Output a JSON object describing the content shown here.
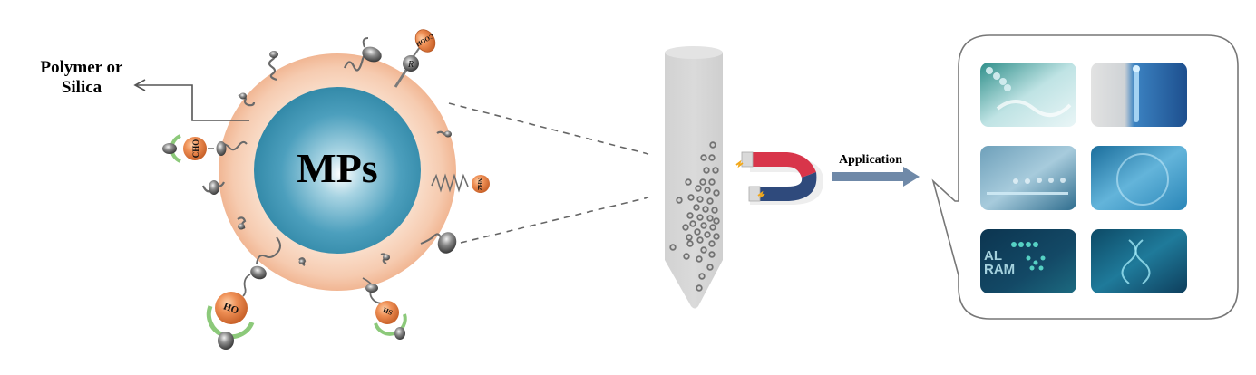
{
  "diagram": {
    "title": "Magnetic particle functionalization and application workflow",
    "core_label": "MPs",
    "shell_label": "Polymer or\nSilica",
    "shell_label_lines": [
      "Polymer or",
      "Silica"
    ],
    "arrow_label": "Application",
    "functional_groups": [
      {
        "id": "cooh",
        "label": "COOH",
        "linker": "R"
      },
      {
        "id": "cho",
        "label": "CHO"
      },
      {
        "id": "nh2",
        "label": "NH2"
      },
      {
        "id": "oh",
        "label": "HO"
      },
      {
        "id": "sh",
        "label": "SH"
      }
    ],
    "tube": {
      "content": "magnetic particles aggregated near magnet"
    },
    "magnet": {
      "colors": {
        "north": "#d8354a",
        "south": "#2f4a7c"
      }
    },
    "application_tiles": [
      {
        "id": "dna-helix",
        "theme": "DNA molecular structure",
        "caption": ""
      },
      {
        "id": "medical-body",
        "theme": "Clinician with human body hologram",
        "caption": ""
      },
      {
        "id": "lab-analysis",
        "theme": "Laboratory analysis",
        "caption": ""
      },
      {
        "id": "sample-handling",
        "theme": "Biomedical sample technology",
        "caption": ""
      },
      {
        "id": "digital-program",
        "theme": "Digital molecular program",
        "caption": "AL\nRAM"
      },
      {
        "id": "genome-tech",
        "theme": "Genome technology",
        "caption": ""
      }
    ]
  },
  "colors": {
    "core": "#3a93b0",
    "core_highlight": "#ffffff",
    "shell": "#f4c4a6",
    "group_ball": "#e9844a",
    "clamp": "#8cc97a",
    "tube": "#d6d6d6",
    "arrow": "#6f89a8",
    "line": "#555555"
  }
}
